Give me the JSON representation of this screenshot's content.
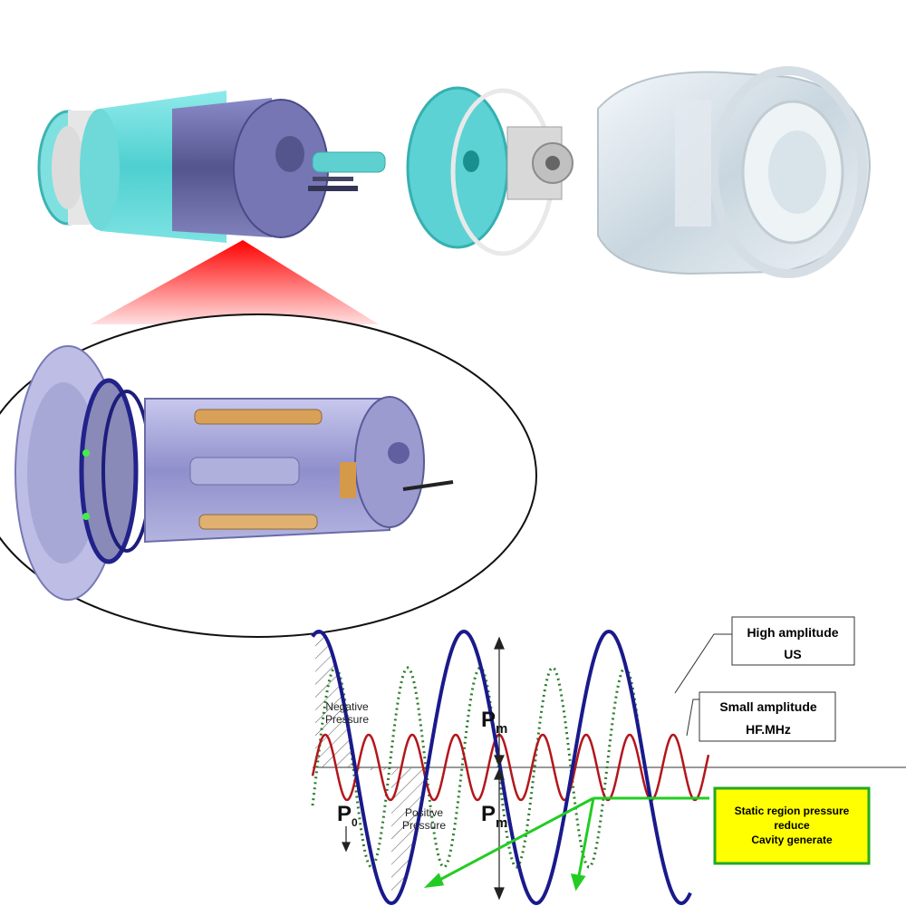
{
  "labels": {
    "high_amplitude": "High amplitude",
    "high_amplitude_unit": "US",
    "small_amplitude": "Small amplitude",
    "small_amplitude_unit": "HF.MHz",
    "negative_pressure_1": "Negative",
    "negative_pressure_2": "Pressure",
    "positive_pressure_1": "Positive",
    "positive_pressure_2": "Pressure",
    "pm_upper": "P",
    "pm_upper_sub": "m",
    "pm_lower": "P",
    "pm_lower_sub": "m",
    "p0": "P",
    "p0_sub": "0",
    "static_1": "Static region pressure",
    "static_2": "reduce",
    "static_3": "Cavity generate"
  },
  "colors": {
    "body_teal": "#5fd6d6",
    "motor_purple": "#6a6aa8",
    "glass": "#dfe8ee",
    "zoom_red": "#ff0000",
    "wave_high": "#1a1a8c",
    "wave_small": "#b3161b",
    "wave_dotted": "#2e7d2e",
    "arrow_green": "#22cc22",
    "static_box_fill": "#ffff00",
    "static_box_border": "#22aa22"
  },
  "icons": [
    "ultrasonic-motor-assembly",
    "glass-bottle",
    "motor-detail"
  ]
}
